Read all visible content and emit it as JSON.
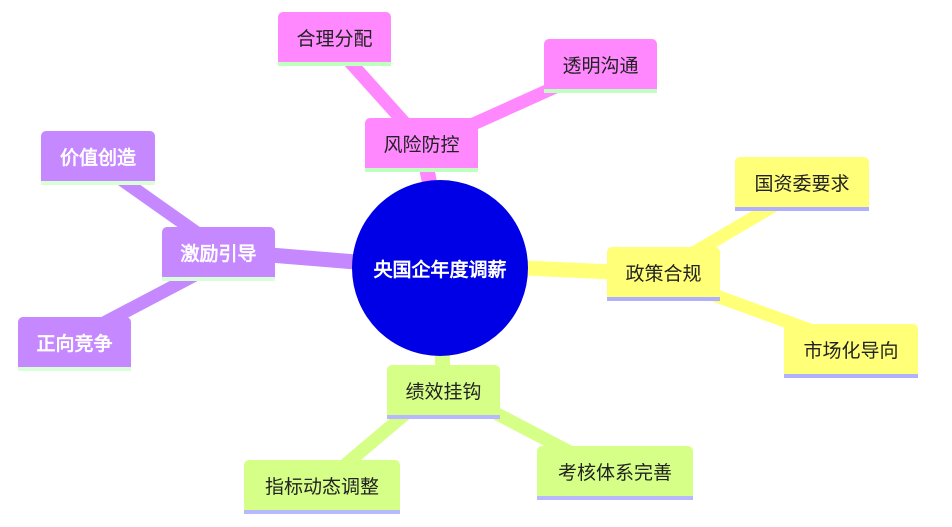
{
  "root": {
    "label": "央国企年度调薪"
  },
  "branches": [
    {
      "label": "风险防控",
      "color": "#ff88ff",
      "children": [
        "合理分配",
        "透明沟通"
      ]
    },
    {
      "label": "政策合规",
      "color": "#ffff78",
      "children": [
        "国资委要求",
        "市场化导向"
      ]
    },
    {
      "label": "绩效挂钩",
      "color": "#d6ff88",
      "children": [
        "指标动态调整",
        "考核体系完善"
      ]
    },
    {
      "label": "激励引导",
      "color": "#c588ff",
      "children": [
        "价值创造",
        "正向竞争"
      ]
    }
  ]
}
